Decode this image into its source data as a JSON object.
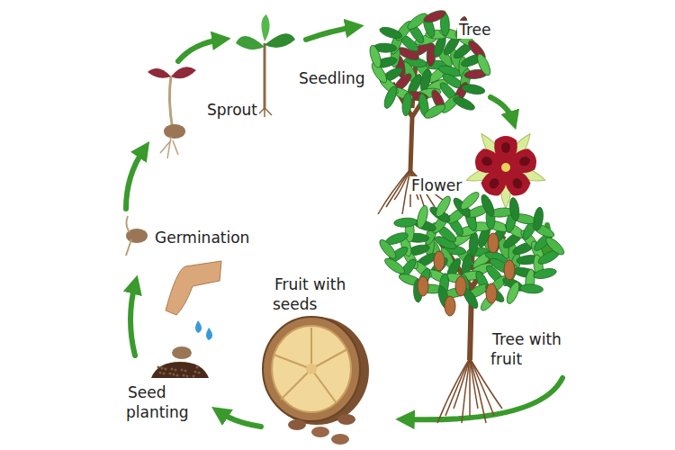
{
  "diagram": {
    "labels": [
      "Sprout",
      "Seedling",
      "Tree",
      "Flower",
      "Tree with fruit",
      "Fruit with seeds",
      "Seed planting",
      "Germination"
    ]
  }
}
